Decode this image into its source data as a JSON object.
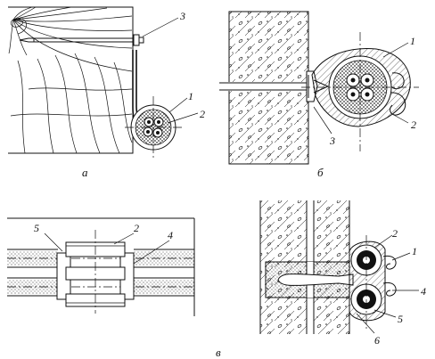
{
  "figure": {
    "captions": {
      "a": "а",
      "b": "б",
      "v": "в"
    },
    "panel_a": {
      "callouts": [
        "3",
        "1",
        "2"
      ]
    },
    "panel_b": {
      "callouts": [
        "1",
        "3",
        "2"
      ]
    },
    "panel_v_left": {
      "callouts": [
        "5",
        "2",
        "4"
      ]
    },
    "panel_v_right": {
      "callouts": [
        "2",
        "1",
        "4",
        "5",
        "6"
      ]
    }
  }
}
